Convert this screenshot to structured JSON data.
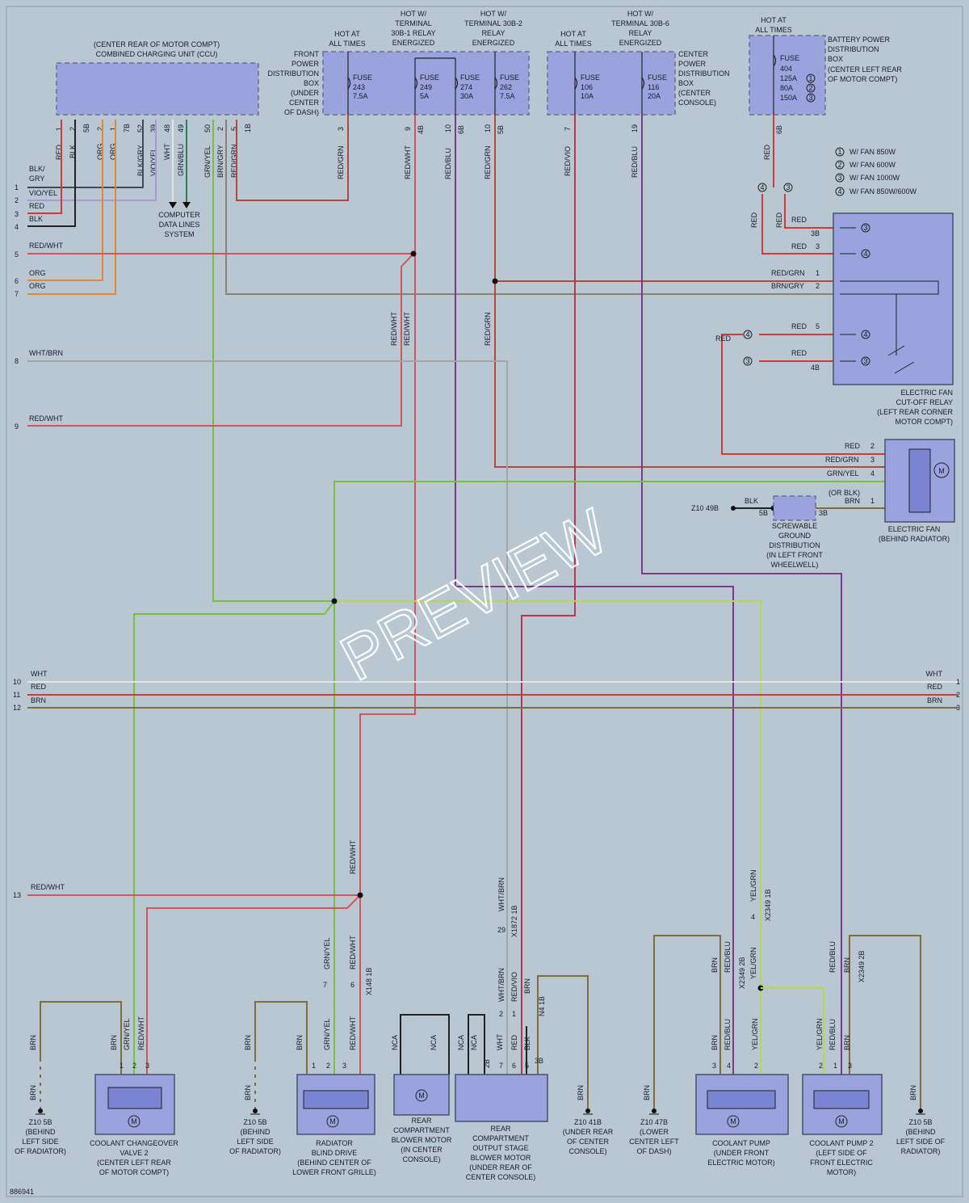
{
  "doc_id": "886941",
  "watermark": "PREVIEW",
  "colors": {
    "red": "#d23a3a",
    "red_grn": "#b4473f",
    "red_wht": "#d2555c",
    "red_blu": "#8a3a5c",
    "red_vio": "#b8384a",
    "org": "#e0892f",
    "brn": "#7f6d3b",
    "grn_yel": "#7cbf3d",
    "yel_grn": "#b8d84a",
    "wht": "#e5e5e5",
    "wht_brn": "#a4a4a4",
    "blk": "#222222",
    "vio_yel": "#a99ad6",
    "grn_blu": "#2c7f5a",
    "brn_gry": "#8c8070",
    "blk_gry": "#444a55",
    "purple": "#7b3b8a"
  },
  "ccu": {
    "title_1": "(CENTER REAR OF MOTOR COMPT)",
    "title_2": "COMBINED CHARGING UNIT (CCU)"
  },
  "front_pdb": {
    "lines": [
      "FRONT",
      "POWER",
      "DISTRIBUTION",
      "BOX",
      "(UNDER",
      "CENTER",
      "OF DASH)"
    ],
    "fuse_a": {
      "title": "FUSE",
      "num": "243",
      "rating": "7.5A"
    },
    "fuse_b": {
      "title": "FUSE",
      "num": "249",
      "rating": "5A"
    },
    "fuse_c": {
      "title": "FUSE",
      "num": "274",
      "rating": "30A"
    },
    "fuse_d": {
      "title": "FUSE",
      "num": "262",
      "rating": "7.5A"
    }
  },
  "center_pdb": {
    "lines": [
      "CENTER",
      "POWER",
      "DISTRIBUTION",
      "BOX",
      "(CENTER",
      "CONSOLE)"
    ],
    "fuse_a": {
      "title": "FUSE",
      "num": "106",
      "rating": "10A"
    },
    "fuse_b": {
      "title": "FUSE",
      "num": "116",
      "rating": "20A"
    }
  },
  "battery_pdb": {
    "lines": [
      "BATTERY POWER",
      "DISTRIBUTION",
      "BOX",
      "(CENTER LEFT REAR",
      "OF MOTOR COMPT)"
    ],
    "fuse": {
      "title": "FUSE",
      "num": "404",
      "r1": "125A",
      "r2": "80A",
      "r3": "150A"
    }
  },
  "hot": {
    "at_all_times": [
      "HOT AT",
      "ALL TIMES"
    ],
    "t30b1": [
      "HOT W/",
      "TERMINAL",
      "30B-1 RELAY",
      "ENERGIZED"
    ],
    "t30b2": [
      "HOT W/",
      "TERMINAL 30B-2",
      "RELAY",
      "ENERGIZED"
    ],
    "t30b6": [
      "HOT W/",
      "TERMINAL 30B-6",
      "RELAY",
      "ENERGIZED"
    ]
  },
  "fan_legend": [
    {
      "n": "1",
      "text": "W/ FAN 850W"
    },
    {
      "n": "2",
      "text": "W/ FAN 600W"
    },
    {
      "n": "3",
      "text": "W/ FAN 1000W"
    },
    {
      "n": "4",
      "text": "W/ FAN 850W/600W"
    }
  ],
  "ccu_pins": [
    {
      "pin": "1",
      "wire": "RED"
    },
    {
      "pin": "2",
      "wire": "BLK"
    },
    {
      "pin": "5B",
      "wire": ""
    },
    {
      "pin": "2",
      "wire": "ORG"
    },
    {
      "pin": "1",
      "wire": "ORG"
    },
    {
      "pin": "7B",
      "wire": ""
    },
    {
      "pin": "52",
      "wire": "BLK/GRY"
    },
    {
      "pin": "39",
      "wire": "VIO/YEL"
    },
    {
      "pin": "48",
      "wire": "WHT"
    },
    {
      "pin": "49",
      "wire": "GRN/BLU"
    },
    {
      "pin": "50",
      "wire": "GRN/YEL"
    },
    {
      "pin": "2",
      "wire": "BRN/GRY"
    },
    {
      "pin": "5",
      "wire": "RED/GRN"
    },
    {
      "pin": "1B",
      "wire": ""
    }
  ],
  "fpdb_pins": [
    {
      "pin": "3",
      "wire": "RED/GRN"
    },
    {
      "pin": "9",
      "wire": "RED/WHT"
    },
    {
      "pin": "4B",
      "wire": ""
    },
    {
      "pin": "10",
      "wire": "RED/BLU"
    },
    {
      "pin": "6B",
      "wire": ""
    },
    {
      "pin": "10",
      "wire": "RED/GRN"
    },
    {
      "pin": "5B",
      "wire": ""
    }
  ],
  "cpdb_pins": [
    {
      "pin": "7",
      "wire": "RED/VIO"
    },
    {
      "pin": "19",
      "wire": "RED/BLU"
    }
  ],
  "bpdb_pins": [
    {
      "pin": "6B",
      "wire": "RED"
    }
  ],
  "left_lines": [
    {
      "n": "",
      "label": "BLK/"
    },
    {
      "n": "",
      "label": "GRY"
    },
    {
      "n": "1",
      "label": ""
    },
    {
      "n": "2",
      "label": "VIO/YEL"
    },
    {
      "n": "3",
      "label": "RED"
    },
    {
      "n": "4",
      "label": "BLK"
    },
    {
      "n": "5",
      "label": "RED/WHT"
    },
    {
      "n": "6",
      "label": "ORG"
    },
    {
      "n": "7",
      "label": "ORG"
    },
    {
      "n": "8",
      "label": "WHT/BRN"
    },
    {
      "n": "9",
      "label": "RED/WHT"
    },
    {
      "n": "10",
      "label": "WHT"
    },
    {
      "n": "11",
      "label": "RED"
    },
    {
      "n": "12",
      "label": "BRN"
    },
    {
      "n": "13",
      "label": "RED/WHT"
    }
  ],
  "right_lines": [
    {
      "n": "1",
      "label": "WHT"
    },
    {
      "n": "2",
      "label": "RED"
    },
    {
      "n": "3",
      "label": "BRN"
    }
  ],
  "data_lines": [
    "COMPUTER",
    "DATA LINES",
    "SYSTEM"
  ],
  "mid_labels": {
    "rw1": "RED/WHT",
    "rw2": "RED/WHT",
    "rg": "RED/GRN"
  },
  "relay": {
    "name": [
      "ELECTRIC FAN",
      "CUT-OFF RELAY",
      "(LEFT REAR CORNER",
      "MOTOR COMPT)"
    ],
    "w_red_a": "RED",
    "w_red_b": "RED",
    "w_red_c": "RED",
    "p_3b": "3B",
    "w_red_d": "RED",
    "p_3": "3",
    "w_redgrn": "RED/GRN",
    "p_1": "1",
    "w_brngry": "BRN/GRY",
    "p_2": "2",
    "w_red_e": "RED",
    "p_5": "5",
    "w_red_f": "RED",
    "p_4b": "4B",
    "w_red_g": "RED"
  },
  "fan": {
    "name": [
      "ELECTRIC FAN",
      "(BEHIND RADIATOR)"
    ],
    "w1": "RED",
    "p1": "2",
    "w2": "RED/GRN",
    "p2": "3",
    "w3": "GRN/YEL",
    "p3": "4",
    "w4": "(OR BLK)",
    "w5": "BRN",
    "p5": "1"
  },
  "ground_dist": {
    "name": [
      "SCREWABLE",
      "GROUND",
      "DISTRIBUTION",
      "(IN LEFT FRONT",
      "WHEELWELL)"
    ],
    "z": "Z10 49B",
    "blk": "BLK",
    "p_5b": "5B",
    "p_3b": "3B"
  },
  "bottom": {
    "ccv": {
      "name": [
        "COOLANT CHANGEOVER",
        "VALVE 2",
        "(CENTER LEFT REAR",
        "OF MOTOR COMPT)"
      ],
      "pins": [
        "1",
        "2",
        "3"
      ],
      "wires": [
        "BRN",
        "GRN/YEL",
        "RED/WHT"
      ]
    },
    "rbd": {
      "name": [
        "RADIATOR",
        "BLIND DRIVE",
        "(BEHIND CENTER OF",
        "LOWER FRONT GRILLE)"
      ],
      "pins": [
        "1",
        "2",
        "3"
      ],
      "wires": [
        "BRN",
        "GRN/YEL",
        "RED/WHT"
      ],
      "conn": "X148 1B",
      "c_pins": [
        "7",
        "6"
      ],
      "c_wires": [
        "GRN/YEL",
        "RED/WHT"
      ]
    },
    "rcb": {
      "name": [
        "REAR",
        "COMPARTMENT",
        "BLOWER MOTOR",
        "(IN CENTER",
        "CONSOLE)"
      ],
      "wires": [
        "NCA",
        "NCA"
      ]
    },
    "rcos": {
      "name": [
        "REAR",
        "COMPARTMENT",
        "OUTPUT STAGE",
        "BLOWER MOTOR",
        "(UNDER REAR OF",
        "CENTER CONSOLE)"
      ],
      "wires": [
        "NCA",
        "NCA",
        "WHT",
        "RED",
        "BLK"
      ],
      "pins": [
        "2B",
        "7",
        "6",
        "5",
        "3B"
      ],
      "conn": "X1872 1B",
      "c_pin": "29",
      "c_wire": "WHT/BRN",
      "c2_wires": [
        "WHT/BRN",
        "RED/VIO",
        "BRN"
      ],
      "c2_pins": [
        "2",
        "1"
      ],
      "n4": "N4 1B"
    },
    "cp": {
      "name": [
        "COOLANT PUMP",
        "(UNDER FRONT",
        "ELECTRIC MOTOR)"
      ],
      "pins": [
        "3",
        "4",
        "2"
      ],
      "wires": [
        "BRN",
        "RED/BLU",
        "YEL/GRN"
      ],
      "conn": "X2349 2B",
      "c_wires": [
        "BRN",
        "RED/BLU"
      ]
    },
    "cp2": {
      "name": [
        "COOLANT PUMP 2",
        "(LEFT SIDE OF",
        "FRONT ELECTRIC",
        "MOTOR)"
      ],
      "pins": [
        "2",
        "1",
        "3"
      ],
      "wires": [
        "YEL/GRN",
        "RED/BLU",
        "BRN"
      ],
      "conn": "X2349 2B",
      "c_wires": [
        "RED/BLU",
        "BRN"
      ]
    },
    "x2349_1b": {
      "conn": "X2349 1B",
      "pin": "4",
      "wire": "YEL/GRN",
      "w2": "YEL/GRN"
    },
    "grounds": [
      {
        "z": "Z10 5B",
        "text": [
          "(BEHIND",
          "LEFT SIDE",
          "OF RADIATOR)"
        ],
        "wire": "BRN",
        "wire2": "BRN"
      },
      {
        "z": "Z10 5B",
        "text": [
          "(BEHIND",
          "LEFT SIDE",
          "OF RADIATOR)"
        ],
        "wire": "BRN",
        "wire2": "BRN"
      },
      {
        "z": "Z10 41B",
        "text": [
          "(UNDER REAR",
          "OF CENTER",
          "CONSOLE)"
        ],
        "wire": "BRN"
      },
      {
        "z": "Z10 47B",
        "text": [
          "(LOWER",
          "CENTER LEFT",
          "OF DASH)"
        ],
        "wire": "BRN"
      },
      {
        "z": "Z10 5B",
        "text": [
          "(BEHIND",
          "LEFT SIDE OF",
          "RADIATOR)"
        ],
        "wire": "BRN"
      }
    ]
  }
}
